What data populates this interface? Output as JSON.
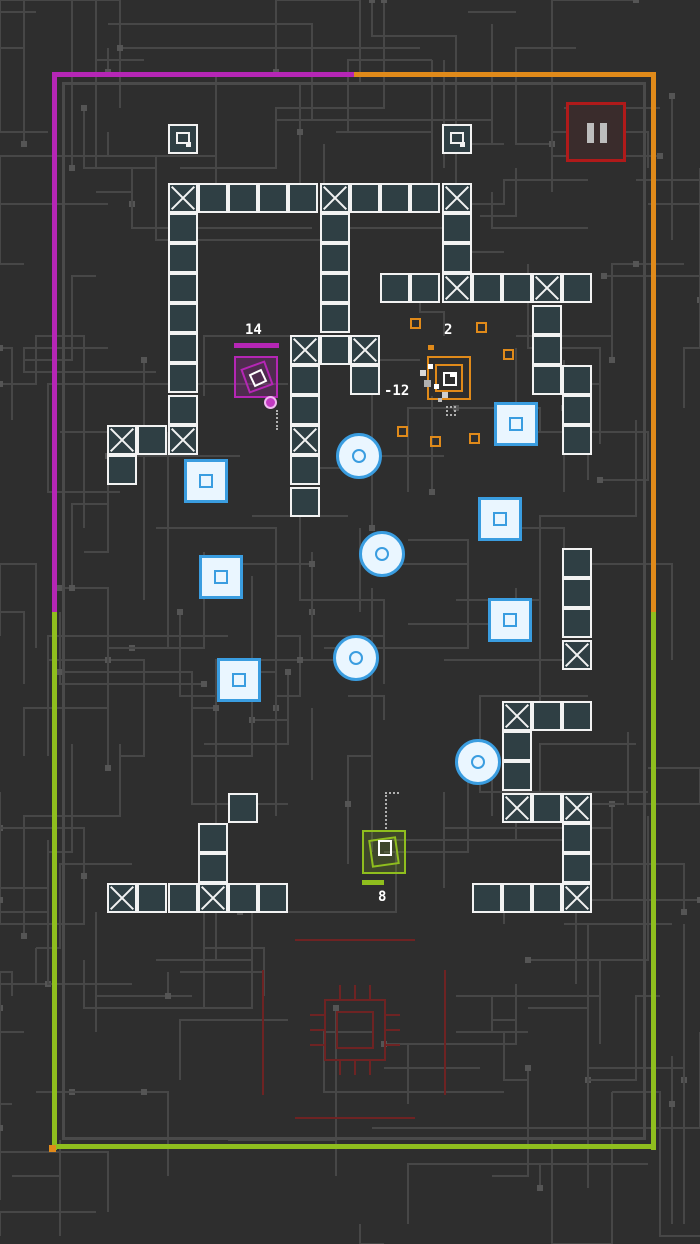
{
  "game": {
    "colors": {
      "background": "#2e2e2e",
      "circuit": "#4b4b4b",
      "magenta": "#b526b5",
      "orange": "#e08a1a",
      "lime": "#8fbe1e",
      "block_fill": "#2f3f44",
      "block_border": "#f2f2f2",
      "crate_blue": "#3a9de0",
      "pause_red": "#b01a1a"
    },
    "pause_button": {
      "icon": "pause-icon"
    },
    "players": [
      {
        "id": "magenta",
        "score": "14",
        "color": "#b526b5"
      },
      {
        "id": "orange",
        "score": "2",
        "color": "#e08a1a",
        "damage_popup": "-12"
      },
      {
        "id": "lime",
        "score": "8",
        "color": "#8fbe1e"
      }
    ]
  }
}
